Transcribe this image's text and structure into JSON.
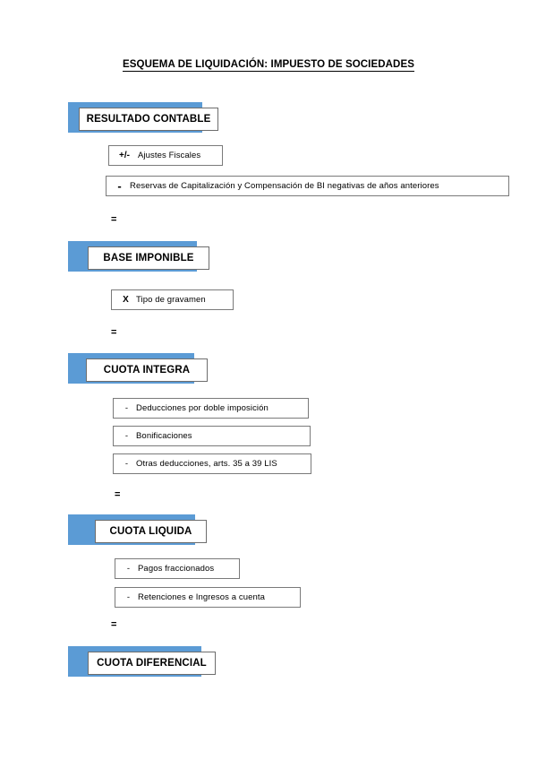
{
  "document": {
    "title": "ESQUEMA DE LIQUIDACIÓN:  IMPUESTO DE SOCIEDADES",
    "accent_color": "#5B9BD5",
    "box_border_color": "#6d6d6d",
    "background_color": "#ffffff"
  },
  "equals_symbol": "=",
  "stages": [
    {
      "label": "RESULTADO CONTABLE"
    },
    {
      "label": "BASE IMPONIBLE"
    },
    {
      "label": "CUOTA INTEGRA"
    },
    {
      "label": "CUOTA LIQUIDA"
    },
    {
      "label": "CUOTA DIFERENCIAL"
    }
  ],
  "operations": {
    "after_resultado_contable": [
      {
        "op": "+/-",
        "text": "Ajustes Fiscales"
      },
      {
        "op": "-",
        "text": "Reservas de Capitalización y Compensación de BI negativas de años anteriores"
      }
    ],
    "after_base_imponible": [
      {
        "op": "X",
        "text": "Tipo de gravamen"
      }
    ],
    "after_cuota_integra": [
      {
        "op": "-",
        "text": "Deducciones por doble imposición"
      },
      {
        "op": "-",
        "text": "Bonificaciones"
      },
      {
        "op": "-",
        "text": "Otras deducciones, arts. 35 a 39 LIS"
      }
    ],
    "after_cuota_liquida": [
      {
        "op": "-",
        "text": "Pagos fraccionados"
      },
      {
        "op": "-",
        "text": "Retenciones e Ingresos a cuenta"
      }
    ]
  }
}
